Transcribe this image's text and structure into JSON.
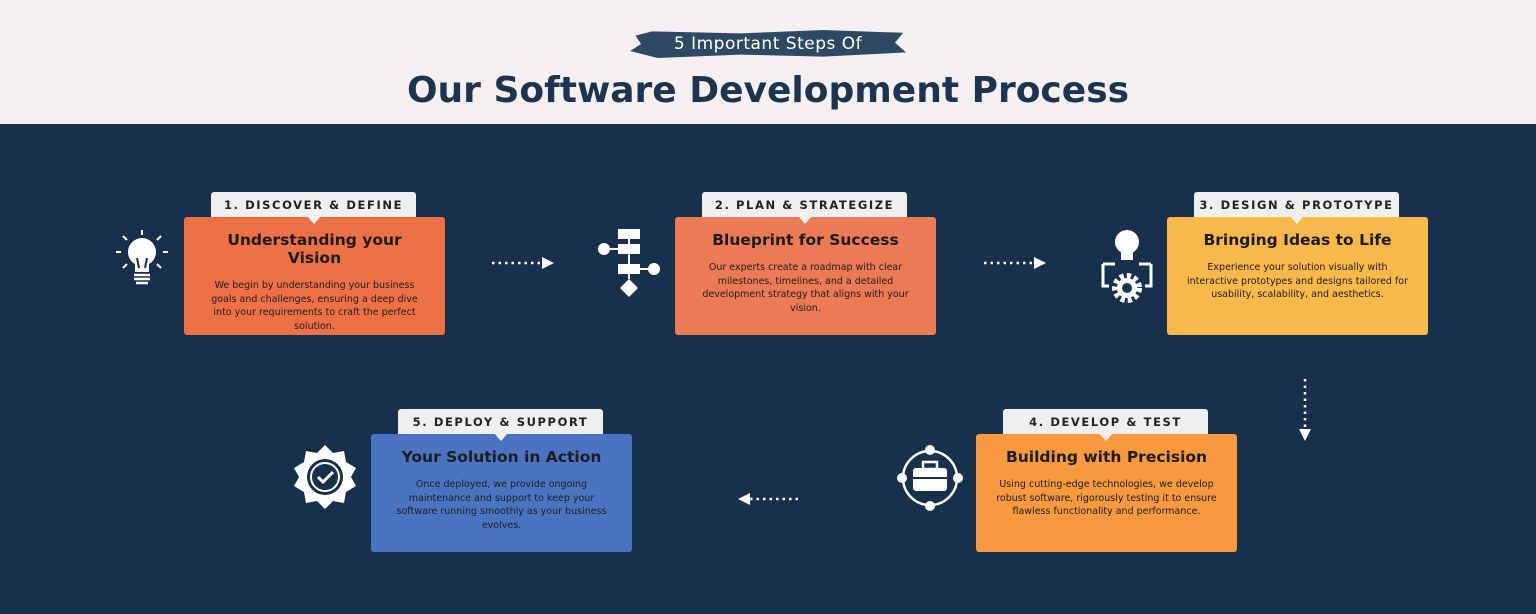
{
  "header": {
    "subtitle": "5 Important Steps Of",
    "title": "Our Software Development Process"
  },
  "steps": [
    {
      "tab": "1.  DISCOVER & DEFINE",
      "title": "Understanding your Vision",
      "text": "We begin by understanding your business goals and challenges, ensuring a deep dive into your requirements to craft the perfect solution.",
      "color": "#ee7047",
      "icon": "lightbulb-icon"
    },
    {
      "tab": "2.  PLAN & STRATEGIZE",
      "title": "Blueprint for Success",
      "text": "Our experts create a roadmap with clear milestones, timelines, and a detailed development strategy that aligns with your vision.",
      "color": "#ec7a55",
      "icon": "flowchart-icon"
    },
    {
      "tab": "3.  DESIGN & PROTOTYPE",
      "title": "Bringing Ideas to Life",
      "text": "Experience your solution visually with interactive prototypes and designs tailored for usability, scalability, and aesthetics.",
      "color": "#f8b84a",
      "icon": "bulb-gear-icon"
    },
    {
      "tab": "4.  DEVELOP & TEST",
      "title": "Building with Precision",
      "text": "Using cutting-edge technologies, we develop robust software, rigorously testing it to ensure flawless functionality and performance.",
      "color": "#f79a3f",
      "icon": "briefcase-network-icon"
    },
    {
      "tab": "5.  DEPLOY & SUPPORT",
      "title": "Your Solution in Action",
      "text": "Once deployed, we provide ongoing maintenance and support to keep your software running smoothly as your business evolves.",
      "color": "#4a74c2",
      "icon": "badge-check-icon"
    }
  ]
}
